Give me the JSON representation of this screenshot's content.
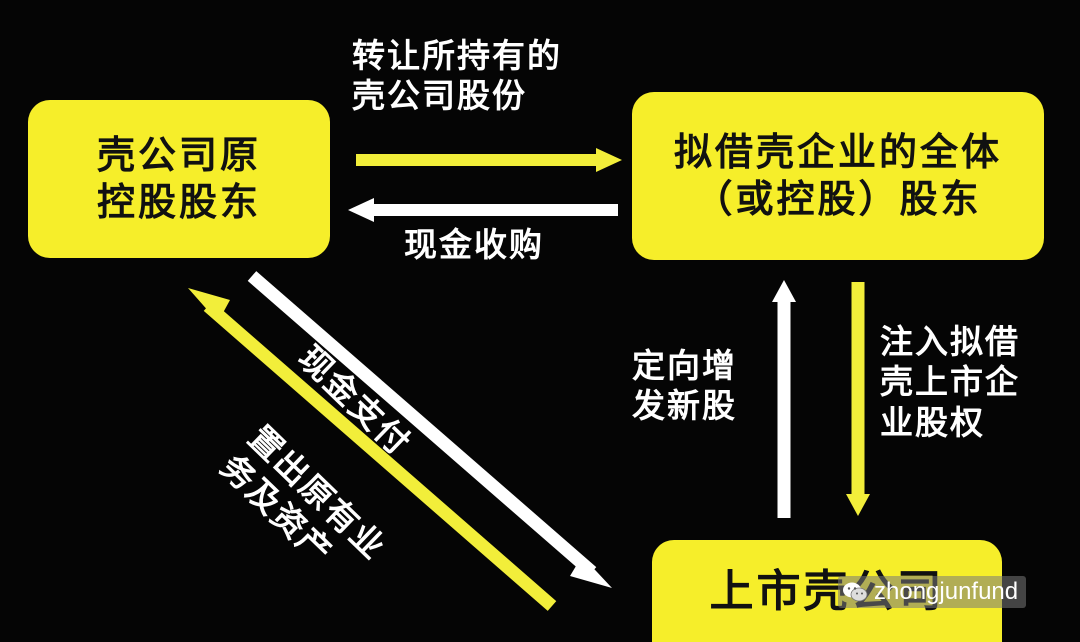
{
  "nodes": {
    "shell_original_shareholders": "壳公司原\n控股股东",
    "borrowing_enterprise_shareholders": "拟借壳企业的全体\n（或控股）股东",
    "listed_shell_company": "上市壳公司"
  },
  "edges": {
    "transfer_shares": "转让所持有的\n壳公司股份",
    "cash_acquisition": "现金收购",
    "cash_payment": "现金支付",
    "dispose_assets": "置出原有业\n务及资产",
    "directed_issuance": "定向增\n发新股",
    "inject_equity": "注入拟借\n壳上市企\n业股权"
  },
  "watermark": "zhongjunfund",
  "colors": {
    "box_fill": "#f6ee2a",
    "arrow_yellow": "#f2ee3a",
    "arrow_white": "#ffffff",
    "background": "#050505"
  }
}
